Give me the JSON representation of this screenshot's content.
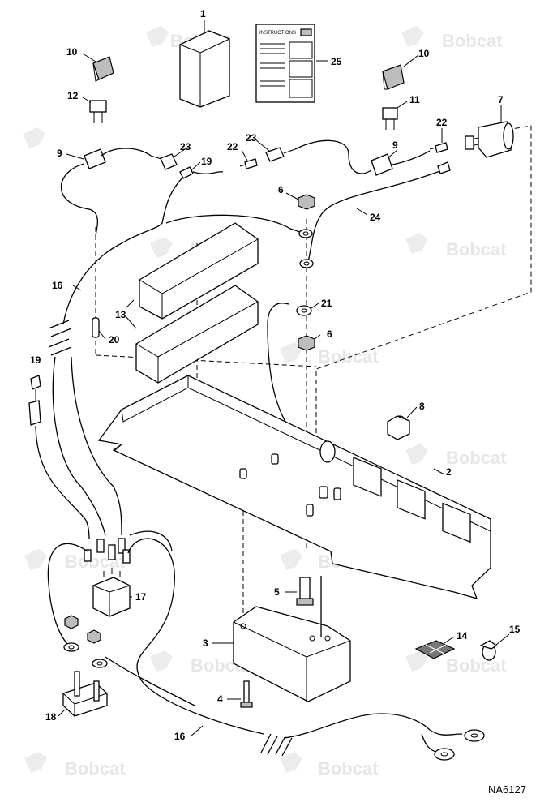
{
  "watermark": "Bobcat",
  "drawing_code": "NA6127",
  "instruction_sheet_title": "INSTRUCTIONS",
  "callouts": {
    "c1": "1",
    "c2": "2",
    "c3": "3",
    "c4": "4",
    "c5": "5",
    "c6a": "6",
    "c6b": "6",
    "c7": "7",
    "c8": "8",
    "c9a": "9",
    "c9b": "9",
    "c10a": "10",
    "c10b": "10",
    "c11": "11",
    "c12": "12",
    "c13": "13",
    "c14": "14",
    "c15": "15",
    "c16a": "16",
    "c16b": "16",
    "c17": "17",
    "c18": "18",
    "c19a": "19",
    "c19b": "19",
    "c20": "20",
    "c21": "21",
    "c22a": "22",
    "c22b": "22",
    "c23a": "23",
    "c23b": "23",
    "c24": "24",
    "c25": "25"
  }
}
